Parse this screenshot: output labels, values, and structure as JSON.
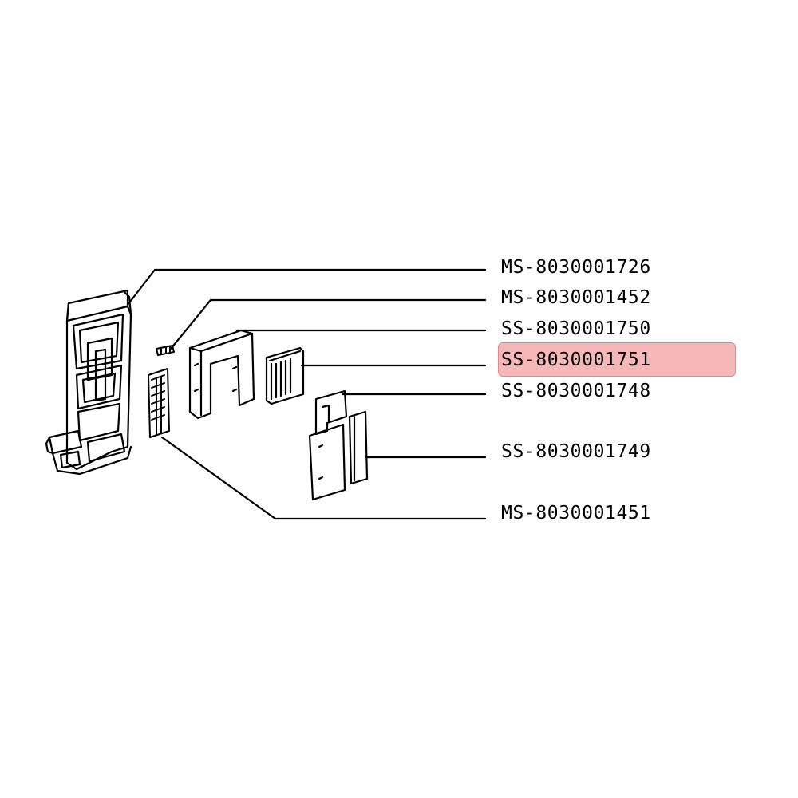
{
  "parts": [
    {
      "code": "MS-8030001726",
      "highlighted": false
    },
    {
      "code": "MS-8030001452",
      "highlighted": false
    },
    {
      "code": "SS-8030001750",
      "highlighted": false
    },
    {
      "code": "SS-8030001751",
      "highlighted": true
    },
    {
      "code": "SS-8030001748",
      "highlighted": false
    },
    {
      "code": "SS-8030001749",
      "highlighted": false
    },
    {
      "code": "MS-8030001451",
      "highlighted": false
    }
  ],
  "colors": {
    "highlight_fill": "#f6b7b8",
    "highlight_border": "#e9858a",
    "line": "#000000"
  }
}
